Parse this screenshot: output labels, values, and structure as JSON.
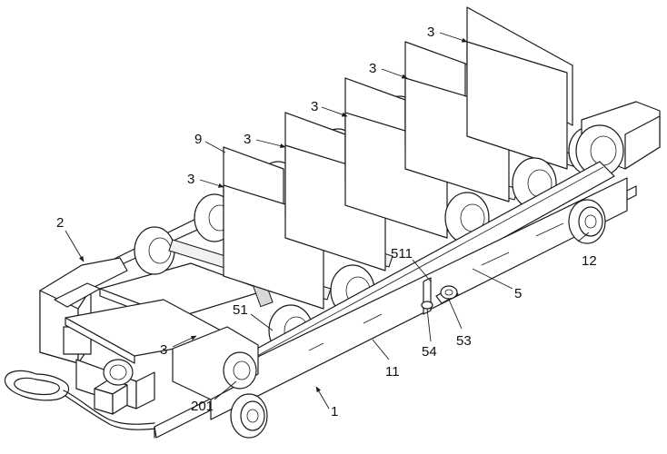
{
  "labels": {
    "l3a": "3",
    "l3b": "3",
    "l3c": "3",
    "l3d": "3",
    "l3e": "3",
    "l3f": "3",
    "l9": "9",
    "l2": "2",
    "l511": "511",
    "l12": "12",
    "l5": "5",
    "l51": "51",
    "l53": "53",
    "l54": "54",
    "l11": "11",
    "l201": "201",
    "l1": "1"
  }
}
